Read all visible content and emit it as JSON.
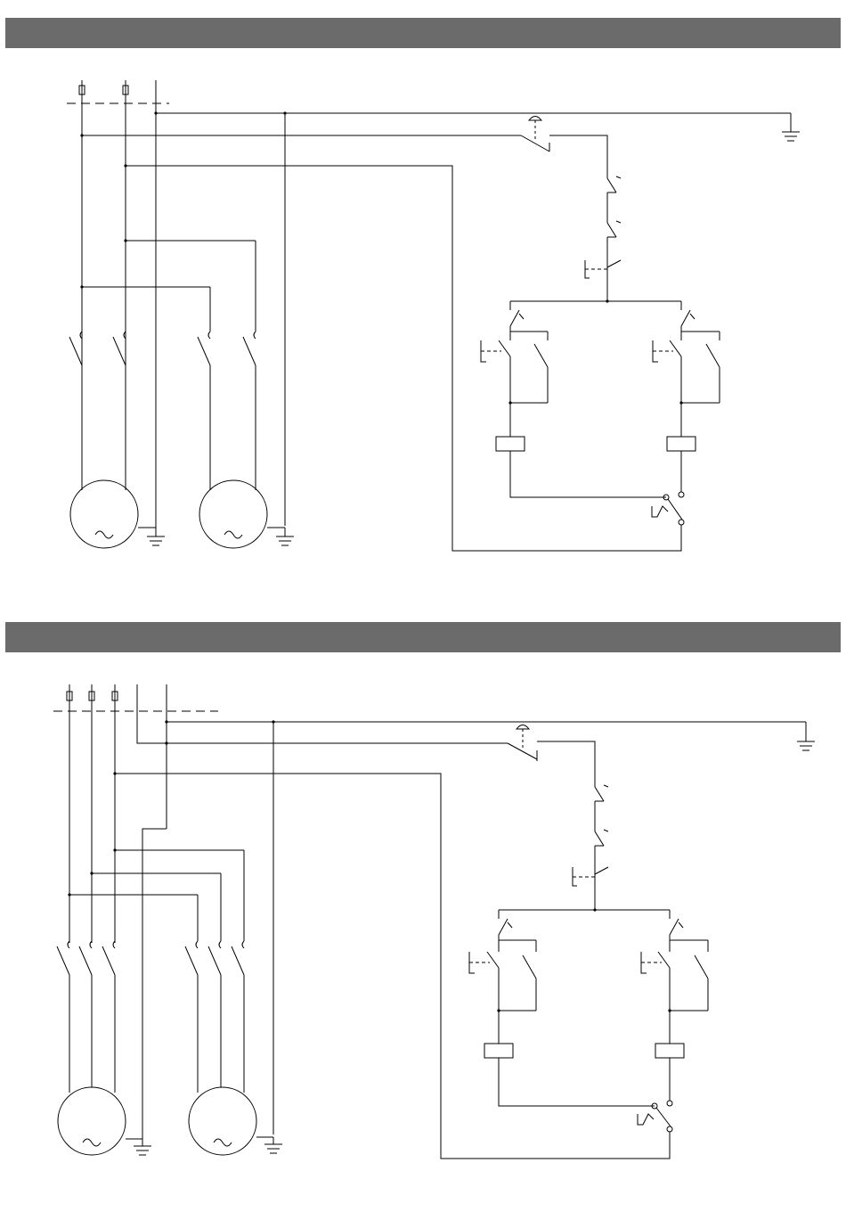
{
  "page": {
    "background": "#ffffff",
    "section_bar_color": "#6b6b6b",
    "line_color": "#000000"
  },
  "sections": [
    {
      "id": "single-phase",
      "header_text": "",
      "components": [
        "fuse",
        "fuse",
        "earth",
        "emergency-stop",
        "thermal-relay-contact",
        "thermal-relay-contact",
        "stop-pushbutton",
        "forward-pushbutton",
        "reverse-pushbutton",
        "interlock-contact",
        "interlock-contact",
        "contactor-coil",
        "contactor-coil",
        "limit-switch",
        "motor",
        "motor"
      ]
    },
    {
      "id": "three-phase",
      "header_text": "",
      "components": [
        "fuse",
        "fuse",
        "fuse",
        "earth",
        "emergency-stop",
        "thermal-relay-contact",
        "thermal-relay-contact",
        "stop-pushbutton",
        "forward-pushbutton",
        "reverse-pushbutton",
        "interlock-contact",
        "interlock-contact",
        "contactor-coil",
        "contactor-coil",
        "limit-switch",
        "motor",
        "motor"
      ]
    }
  ]
}
